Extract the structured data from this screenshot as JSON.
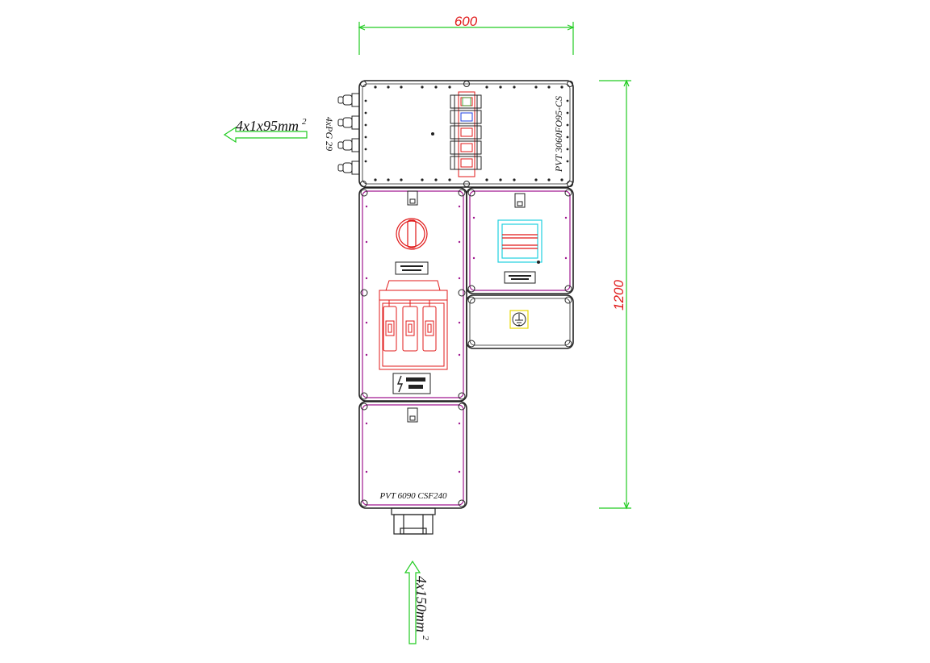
{
  "dimensions": {
    "width_label": "600",
    "height_label": "1200"
  },
  "labels": {
    "top_enclosure_model": "PVT 3060FO95-CS",
    "bottom_enclosure_model": "PVT 6090 CSF240",
    "gland_spec": "4xPG 29",
    "outgoing_cable": "4x1x95mm",
    "outgoing_cable_exp": "2",
    "incoming_cable": "4x150mm",
    "incoming_cable_exp": "2"
  },
  "colors": {
    "enclosure_outline": "#222222",
    "inner_panel": "#a01890",
    "dimension_line": "#22cc22",
    "dimension_text": "#e01818",
    "switch_red": "#e01818",
    "breaker_cyan": "#20d0e0",
    "earth_yellow": "#e8d800",
    "arrow_green": "#22cc22"
  },
  "icons": {
    "main_switch_handle": "rotary-handle-icon",
    "warning_sign": "lightning-warning-icon",
    "earth_terminal": "earth-ground-icon",
    "terminal_blocks": "terminal-block-icon",
    "cable_glands": "cable-gland-icon"
  }
}
